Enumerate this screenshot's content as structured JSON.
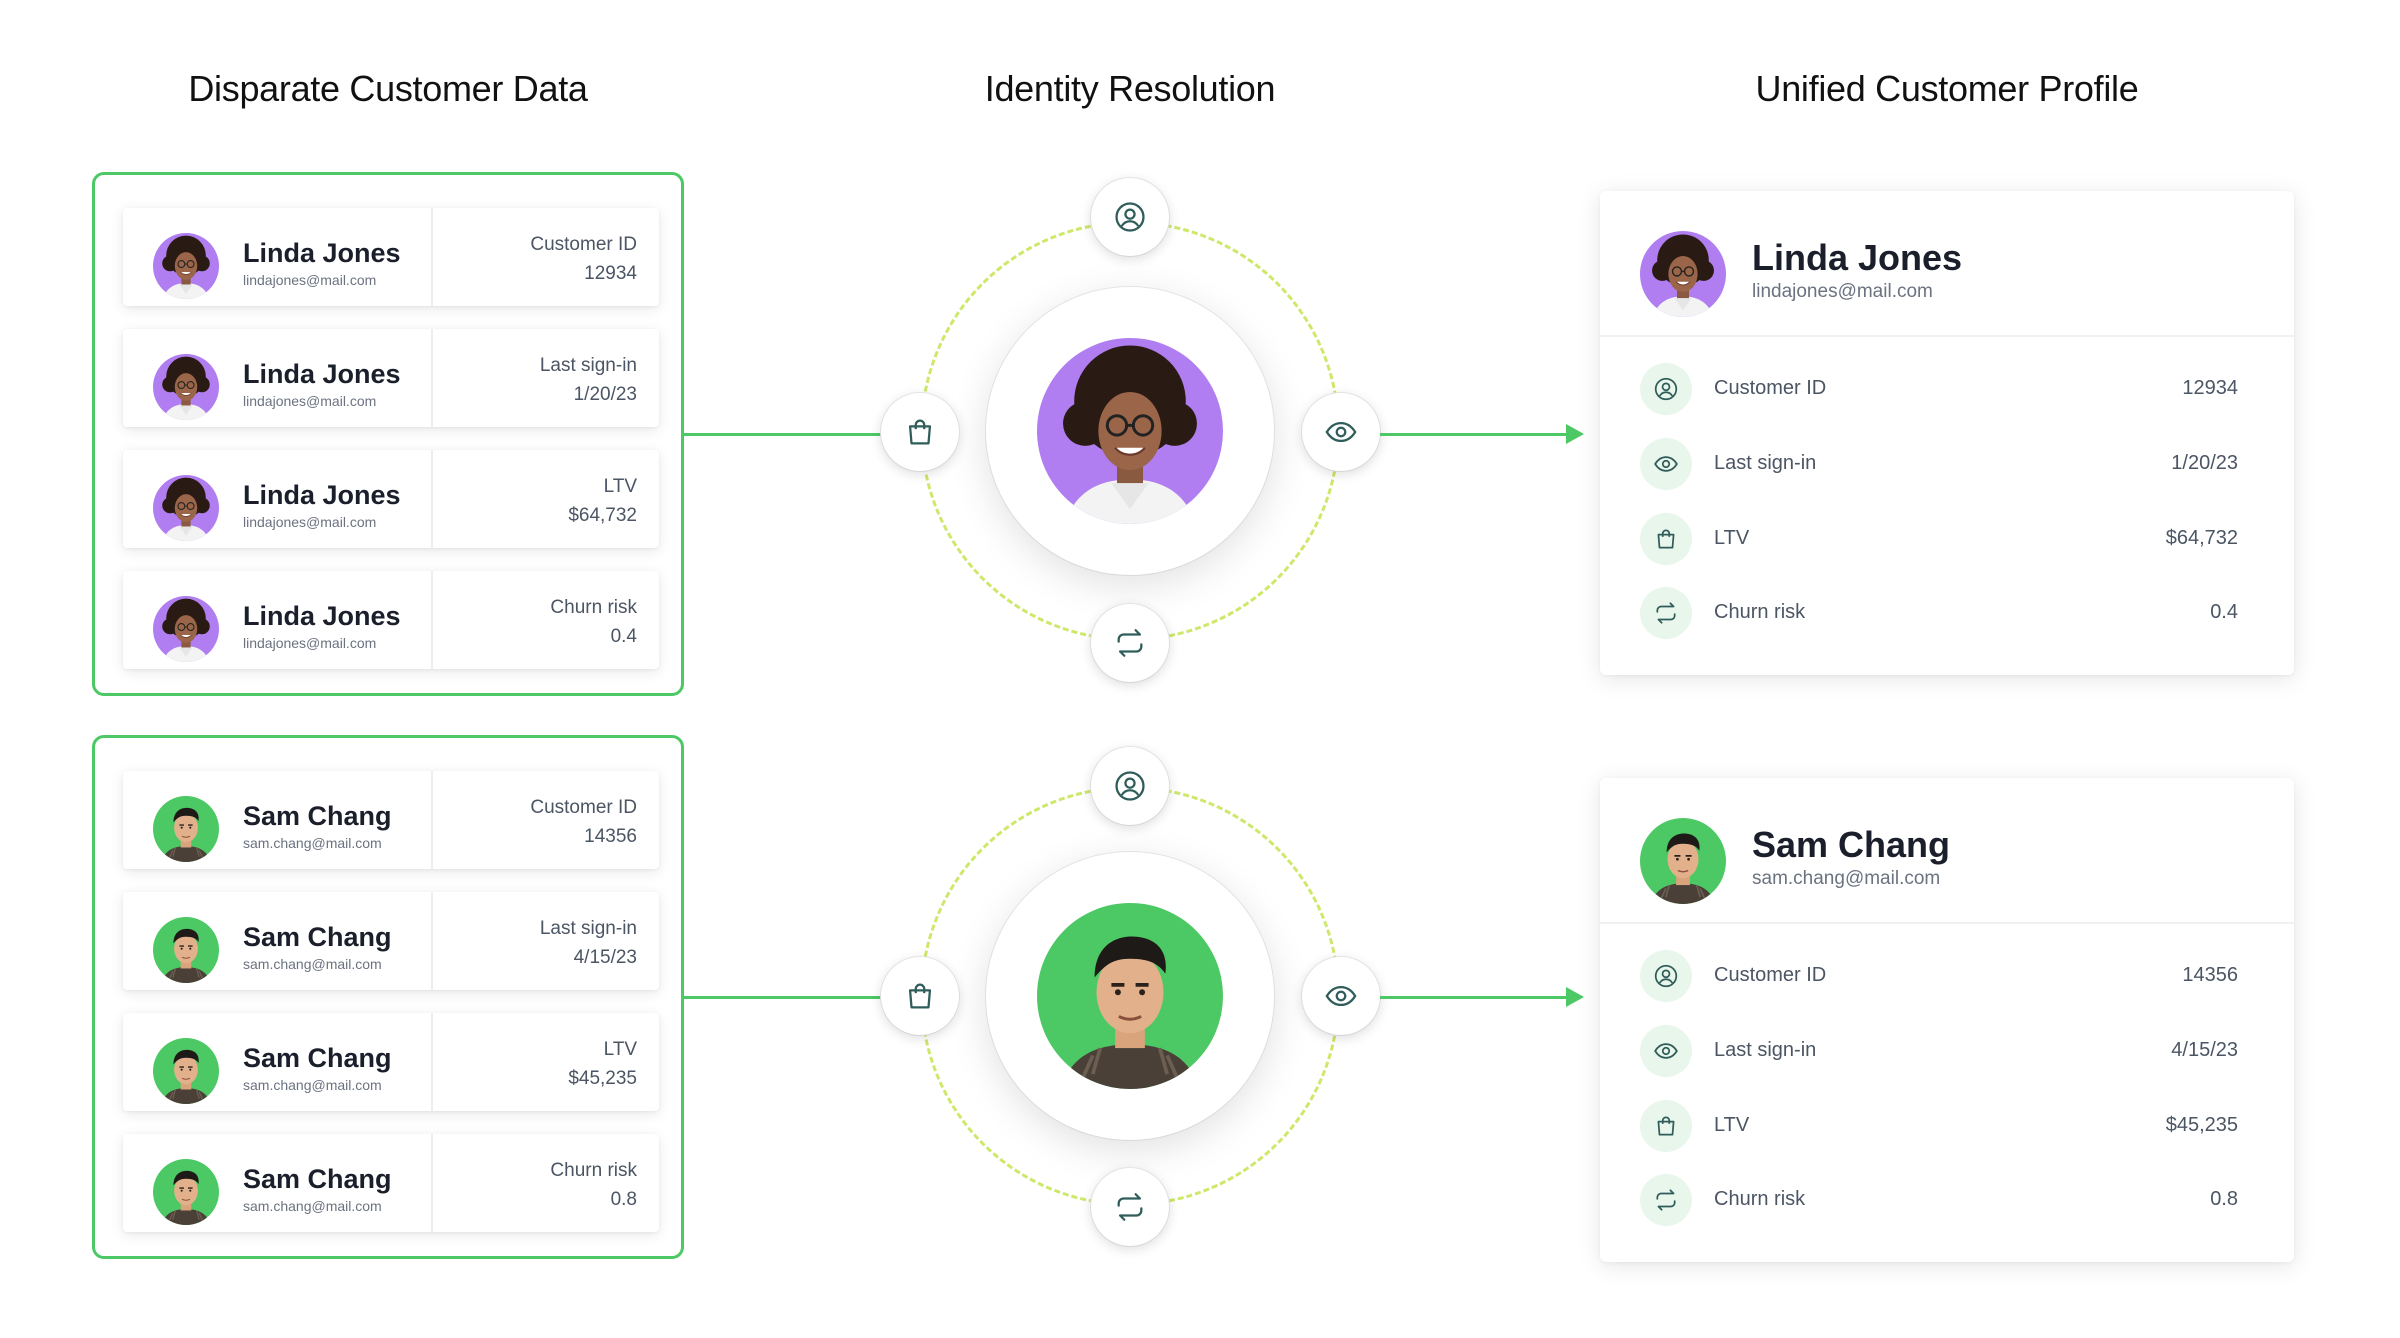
{
  "headings": {
    "left": "Disparate Customer Data",
    "middle": "Identity Resolution",
    "right": "Unified Customer Profile"
  },
  "colors": {
    "accent_green": "#4cc864",
    "ring_yellow_green": "#cde86a",
    "linda_avatar_bg": "#b07ef0",
    "sam_avatar_bg": "#4cc864",
    "icon_stroke": "#2f5d5a"
  },
  "customers": [
    {
      "name": "Linda Jones",
      "email": "lindajones@mail.com",
      "records": [
        {
          "label": "Customer ID",
          "value": "12934"
        },
        {
          "label": "Last sign-in",
          "value": "1/20/23"
        },
        {
          "label": "LTV",
          "value": "$64,732"
        },
        {
          "label": "Churn risk",
          "value": "0.4"
        }
      ],
      "profile": {
        "name": "Linda Jones",
        "email": "lindajones@mail.com",
        "attributes": [
          {
            "icon": "user-circle-icon",
            "label": "Customer ID",
            "value": "12934"
          },
          {
            "icon": "eye-icon",
            "label": "Last sign-in",
            "value": "1/20/23"
          },
          {
            "icon": "shopping-bag-icon",
            "label": "LTV",
            "value": "$64,732"
          },
          {
            "icon": "refresh-icon",
            "label": "Churn risk",
            "value": "0.4"
          }
        ]
      }
    },
    {
      "name": "Sam Chang",
      "email": "sam.chang@mail.com",
      "records": [
        {
          "label": "Customer ID",
          "value": "14356"
        },
        {
          "label": "Last sign-in",
          "value": "4/15/23"
        },
        {
          "label": "LTV",
          "value": "$45,235"
        },
        {
          "label": "Churn risk",
          "value": "0.8"
        }
      ],
      "profile": {
        "name": "Sam Chang",
        "email": "sam.chang@mail.com",
        "attributes": [
          {
            "icon": "user-circle-icon",
            "label": "Customer ID",
            "value": "14356"
          },
          {
            "icon": "eye-icon",
            "label": "Last sign-in",
            "value": "4/15/23"
          },
          {
            "icon": "shopping-bag-icon",
            "label": "LTV",
            "value": "$45,235"
          },
          {
            "icon": "refresh-icon",
            "label": "Churn risk",
            "value": "0.8"
          }
        ]
      }
    }
  ],
  "hub_icons": [
    "user-circle-icon",
    "shopping-bag-icon",
    "eye-icon",
    "refresh-icon"
  ]
}
